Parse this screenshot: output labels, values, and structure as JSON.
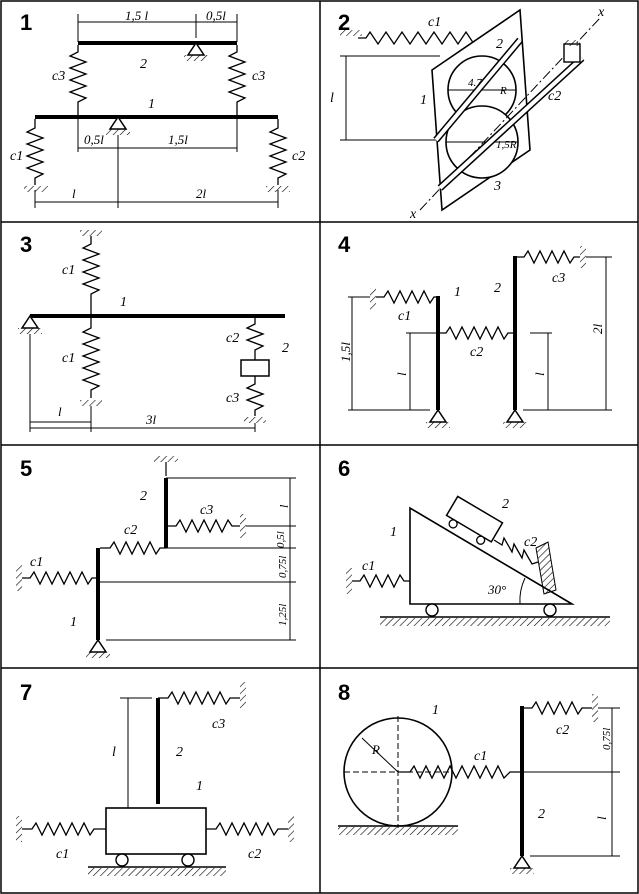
{
  "panels": [
    {
      "number": "1",
      "labels": {
        "dim_top_a": "1,5 l",
        "dim_top_b": "0,5l",
        "c3_left": "c3",
        "c3_right": "c3",
        "beam2": "2",
        "beam1": "1",
        "dim_mid_a": "0,5l",
        "dim_mid_b": "1,5l",
        "c1": "c1",
        "c2": "c2",
        "dim_bot_a": "l",
        "dim_bot_b": "2l"
      }
    },
    {
      "number": "2",
      "labels": {
        "c1": "c1",
        "l": "l",
        "part1": "1",
        "part2": "2",
        "part3": "3",
        "c2": "c2",
        "r1": "4.7",
        "r2": "1,5R",
        "R": "R",
        "axis_top": "x",
        "axis_bot": "x"
      }
    },
    {
      "number": "3",
      "labels": {
        "c1_top": "c1",
        "beam1": "1",
        "c1_bot": "c1",
        "c2": "c2",
        "mass2": "2",
        "c3": "c3",
        "dim_l": "l",
        "dim_3l": "3l"
      }
    },
    {
      "number": "4",
      "labels": {
        "rod1": "1",
        "rod2": "2",
        "c1": "c1",
        "c2": "c2",
        "c3": "c3",
        "dim_15l": "1,5l",
        "dim_l_a": "l",
        "dim_l_b": "l",
        "dim_2l": "2l"
      }
    },
    {
      "number": "5",
      "labels": {
        "rod2": "2",
        "c3": "c3",
        "c2": "c2",
        "c1": "c1",
        "rod1": "1",
        "dim_l": "l",
        "dim_05l": "0,5l",
        "dim_075l": "0,75l",
        "dim_125l": "1,25l"
      }
    },
    {
      "number": "6",
      "labels": {
        "wedge1": "1",
        "cart2": "2",
        "c1": "c1",
        "c2": "c2",
        "angle": "30°"
      }
    },
    {
      "number": "7",
      "labels": {
        "c3": "c3",
        "rod2": "2",
        "dim_l": "l",
        "body1": "1",
        "c1": "c1",
        "c2": "c2"
      }
    },
    {
      "number": "8",
      "labels": {
        "disc1": "1",
        "R": "R",
        "c1": "c1",
        "c2": "c2",
        "rod2": "2",
        "dim_075l": "0,75l",
        "dim_l": "l"
      }
    }
  ]
}
